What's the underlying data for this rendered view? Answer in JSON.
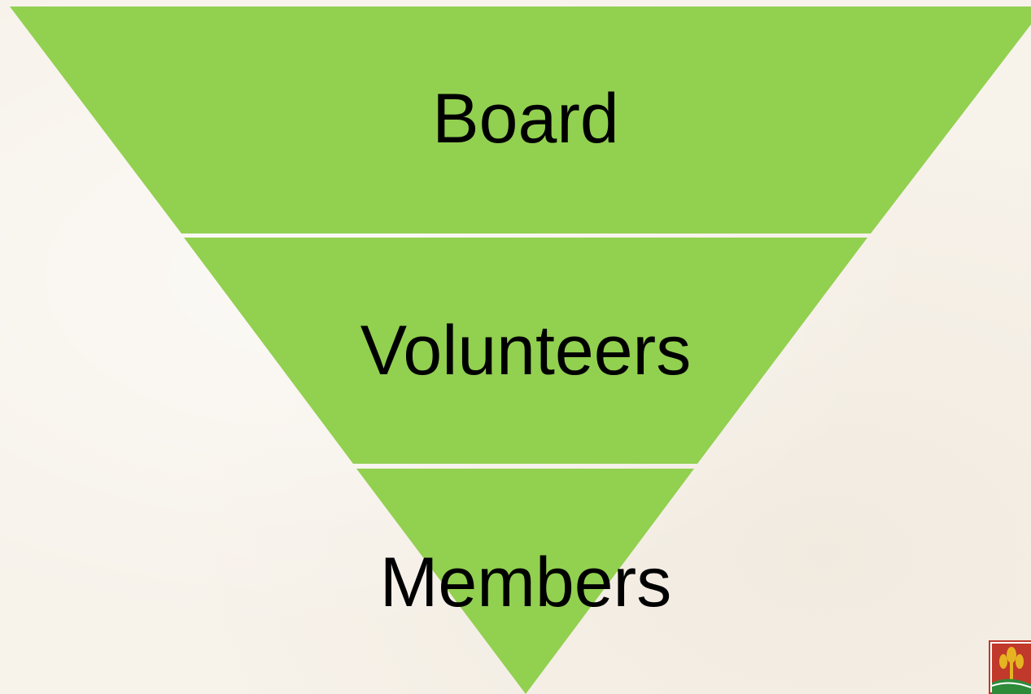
{
  "diagram": {
    "type": "inverted-pyramid",
    "tiers": [
      {
        "label": "Board"
      },
      {
        "label": "Volunteers"
      },
      {
        "label": "Members"
      }
    ]
  },
  "colors": {
    "tier_fill": "#92d050",
    "divider": "#ffffff",
    "background": "#f7f2ea",
    "text": "#000000"
  },
  "icons": {
    "logo": "wheat-crest-logo-icon"
  }
}
